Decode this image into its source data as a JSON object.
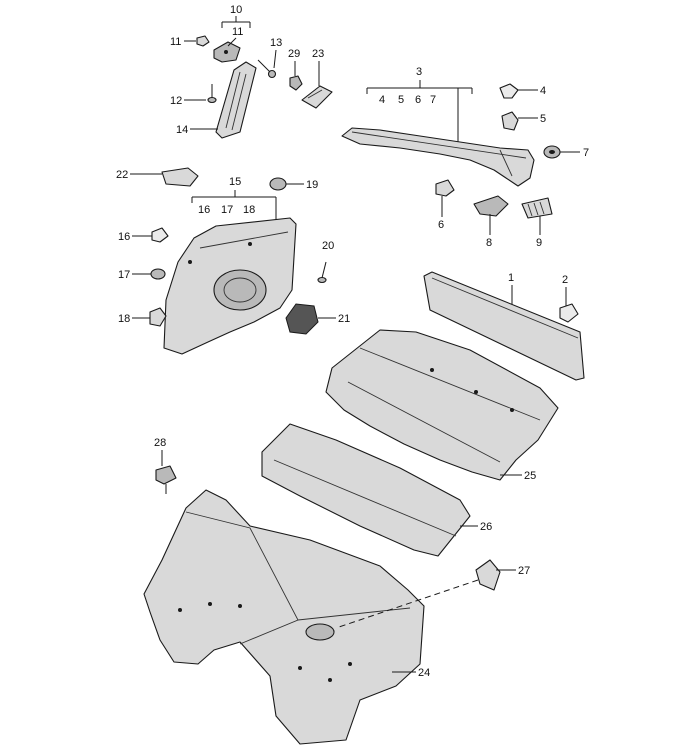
{
  "callouts": {
    "c1": "1",
    "c2": "2",
    "c3": "3",
    "c4": "4",
    "c5": "5",
    "c6": "6",
    "c7": "7",
    "c8": "8",
    "c9": "9",
    "c10": "10",
    "c11": "11",
    "c12": "12",
    "c13": "13",
    "c14": "14",
    "c15": "15",
    "c16": "16",
    "c17": "17",
    "c18": "18",
    "c19": "19",
    "c20": "20",
    "c21": "21",
    "c22": "22",
    "c23": "23",
    "c24": "24",
    "c25": "25",
    "c26": "26",
    "c27": "27",
    "c28": "28",
    "c29": "29"
  },
  "groups": {
    "g10_sub": "11",
    "g3_sub": [
      "4",
      "5",
      "6",
      "7"
    ],
    "g15_sub": [
      "16",
      "17",
      "18"
    ]
  }
}
